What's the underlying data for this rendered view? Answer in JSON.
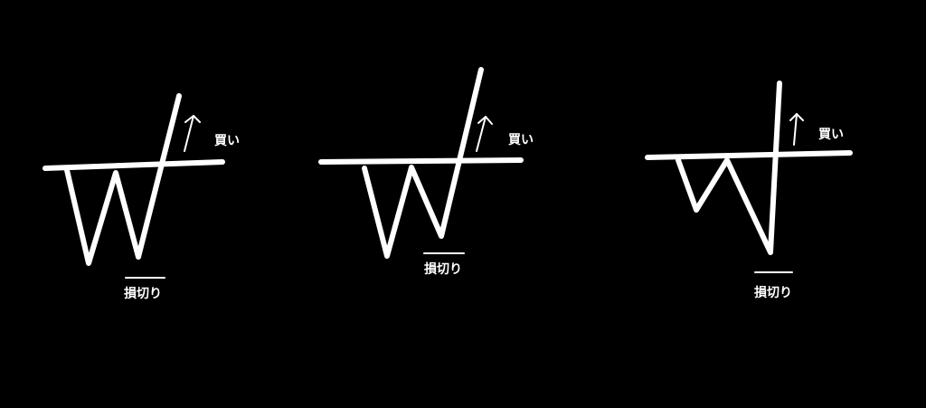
{
  "colors": {
    "background": "#000000",
    "stroke": "#ffffff",
    "text": "#ffffff"
  },
  "diagrams": [
    {
      "buy_label": "買い",
      "stop_loss_label": "損切り"
    },
    {
      "buy_label": "買い",
      "stop_loss_label": "損切り"
    },
    {
      "buy_label": "買い",
      "stop_loss_label": "損切り"
    }
  ]
}
